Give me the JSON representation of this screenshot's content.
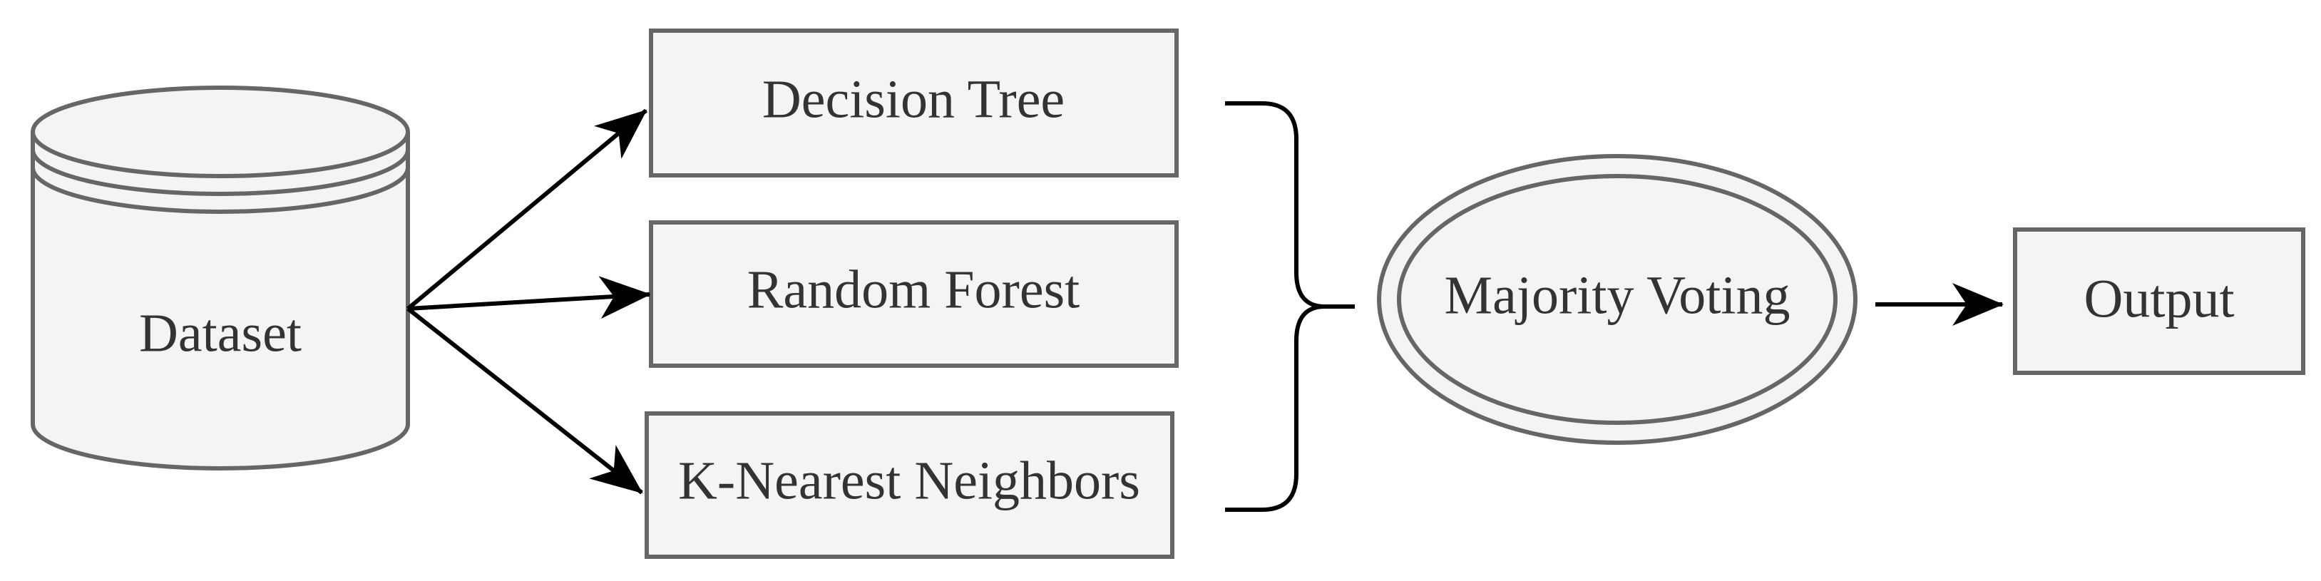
{
  "nodes": {
    "dataset": "Dataset",
    "decision_tree": "Decision Tree",
    "random_forest": "Random Forest",
    "knn": "K-Nearest Neighbors",
    "majority_voting": "Majority Voting",
    "output": "Output"
  },
  "colors": {
    "node_fill": "#f4f4f4",
    "node_stroke": "#666666",
    "text": "#333333",
    "arrow": "#000000"
  }
}
